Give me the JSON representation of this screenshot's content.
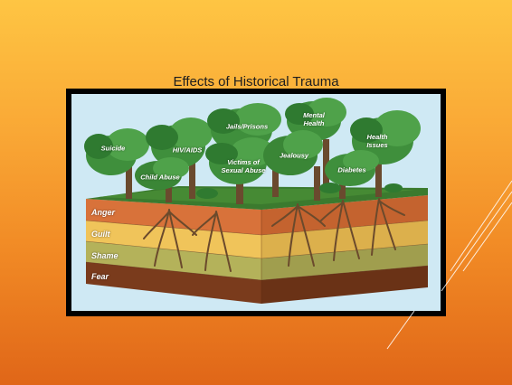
{
  "slide": {
    "title": "Effects of Historical Trauma"
  },
  "trees": [
    {
      "label": "Suicide"
    },
    {
      "label": "HIV/AIDS"
    },
    {
      "label": "Jails/Prisons"
    },
    {
      "label": "Mental\nHealth"
    },
    {
      "label": "Health\nIssues"
    },
    {
      "label": "Child Abuse"
    },
    {
      "label": "Victims of\nSexual Abuse"
    },
    {
      "label": "Jealousy"
    },
    {
      "label": "Diabetes"
    }
  ],
  "soil_layers": [
    {
      "label": "Anger",
      "color": "#d8723a"
    },
    {
      "label": "Guilt",
      "color": "#f0c45a"
    },
    {
      "label": "Shame",
      "color": "#b4b25a"
    },
    {
      "label": "Fear",
      "color": "#7a3b1c"
    }
  ],
  "colors": {
    "background_top": "#fec543",
    "background_bottom": "#e06618",
    "frame": "#000000",
    "sky": "#cfe9f4",
    "foliage": "#3f8f3c",
    "trunk": "#6a4a2e",
    "grass": "#3b7a2e"
  }
}
